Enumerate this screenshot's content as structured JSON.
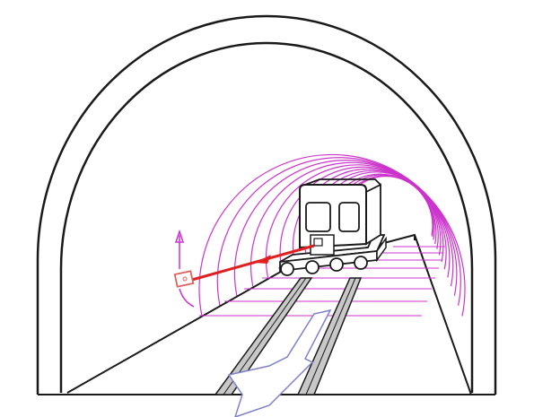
{
  "figure": {
    "kind": "tunnel-inspection-vehicle-diagram",
    "palette": {
      "outline": "#1a1a1a",
      "scan_rings": "#cc33cc",
      "laser_beam": "#e02020",
      "sensor_box": "#e06060",
      "vehicle_fill": "#ffffff",
      "arrow_fill": "#ffffff",
      "arrow_stroke": "#8080c8",
      "rail_fill": "#c8c8c8"
    },
    "scan_ring_count": 13,
    "icons": {
      "direction": "travel-direction-arrow",
      "sensor": "scanner-sensor-icon",
      "rotation": "rotation-arrow-icon"
    }
  }
}
